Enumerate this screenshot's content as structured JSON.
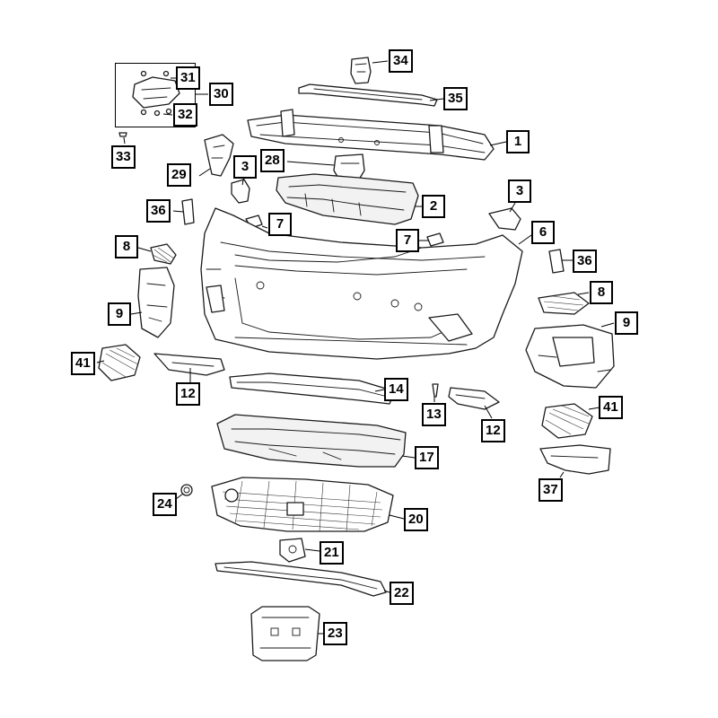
{
  "callouts": [
    {
      "id": "c34",
      "label": "34"
    },
    {
      "id": "c31",
      "label": "31"
    },
    {
      "id": "c30",
      "label": "30"
    },
    {
      "id": "c32",
      "label": "32"
    },
    {
      "id": "c35",
      "label": "35"
    },
    {
      "id": "c1",
      "label": "1"
    },
    {
      "id": "c33",
      "label": "33"
    },
    {
      "id": "c29",
      "label": "29"
    },
    {
      "id": "c3a",
      "label": "3"
    },
    {
      "id": "c28",
      "label": "28"
    },
    {
      "id": "c2",
      "label": "2"
    },
    {
      "id": "c3b",
      "label": "3"
    },
    {
      "id": "c36a",
      "label": "36"
    },
    {
      "id": "c7a",
      "label": "7"
    },
    {
      "id": "c7b",
      "label": "7"
    },
    {
      "id": "c6",
      "label": "6"
    },
    {
      "id": "c8a",
      "label": "8"
    },
    {
      "id": "c36b",
      "label": "36"
    },
    {
      "id": "c8b",
      "label": "8"
    },
    {
      "id": "c9a",
      "label": "9"
    },
    {
      "id": "c9b",
      "label": "9"
    },
    {
      "id": "c41a",
      "label": "41"
    },
    {
      "id": "c12a",
      "label": "12"
    },
    {
      "id": "c14",
      "label": "14"
    },
    {
      "id": "c13",
      "label": "13"
    },
    {
      "id": "c41b",
      "label": "41"
    },
    {
      "id": "c12b",
      "label": "12"
    },
    {
      "id": "c17",
      "label": "17"
    },
    {
      "id": "c37",
      "label": "37"
    },
    {
      "id": "c24",
      "label": "24"
    },
    {
      "id": "c20",
      "label": "20"
    },
    {
      "id": "c21",
      "label": "21"
    },
    {
      "id": "c22",
      "label": "22"
    },
    {
      "id": "c23",
      "label": "23"
    }
  ]
}
